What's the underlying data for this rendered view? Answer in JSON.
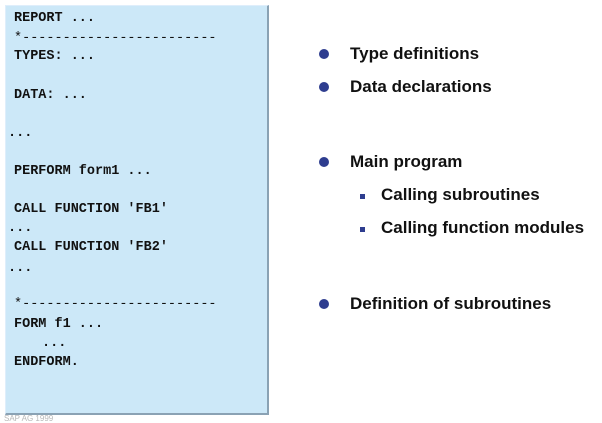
{
  "code_lines": [
    "REPORT ...",
    "*------------------------",
    "TYPES: ...",
    "DATA: ...",
    "...",
    "PERFORM form1 ...",
    "CALL FUNCTION 'FB1'",
    "...",
    "CALL FUNCTION 'FB2'",
    "...",
    "*------------------------",
    "FORM f1 ...",
    "...",
    "ENDFORM."
  ],
  "bullets": [
    "Type definitions",
    "Data declarations",
    "Main program",
    "Calling subroutines",
    "Calling function modules",
    "Definition of subroutines"
  ],
  "footer": "SAP AG 1999",
  "colors": {
    "code_background": "#cce8f8",
    "bullet": "#2e3d8f",
    "text": "#111111"
  }
}
